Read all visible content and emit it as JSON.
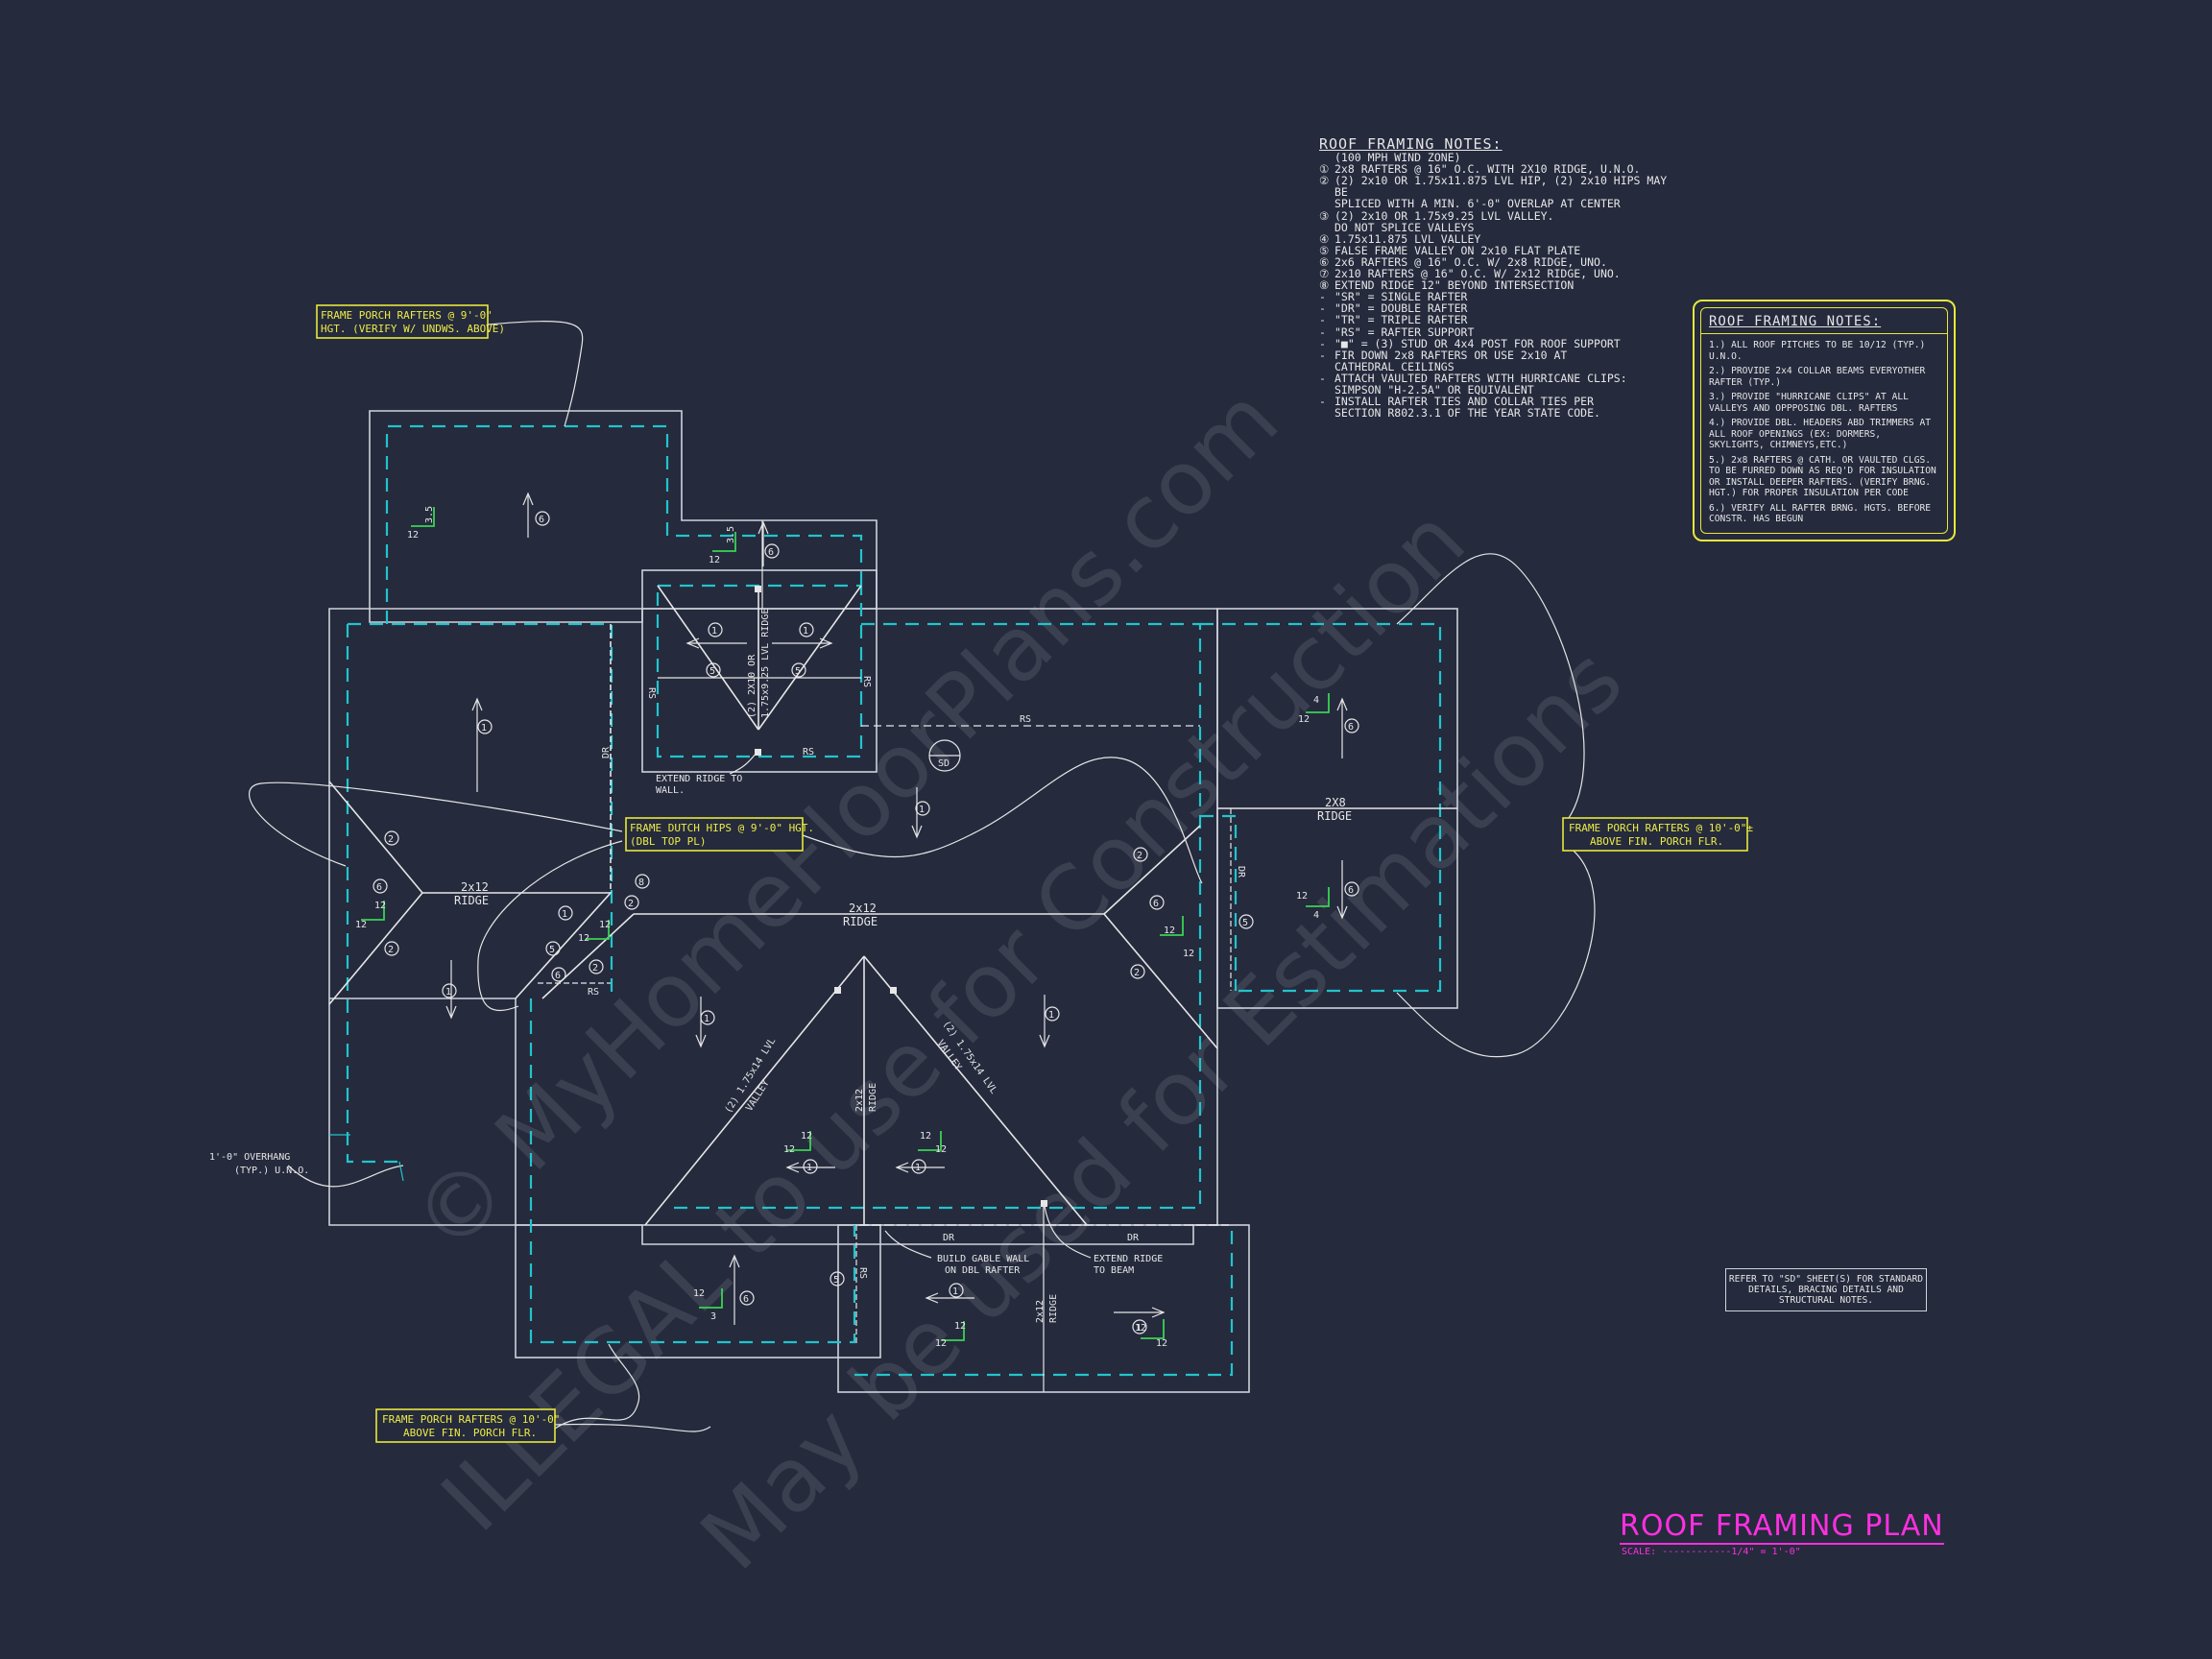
{
  "notes_main": {
    "title": "ROOF FRAMING NOTES:",
    "items": [
      {
        "mark": "",
        "text": "(100 MPH WIND ZONE)"
      },
      {
        "mark": "①",
        "text": "2x8 RAFTERS @ 16\" O.C. WITH 2X10 RIDGE, U.N.O."
      },
      {
        "mark": "②",
        "text": "(2) 2x10 OR 1.75x11.875 LVL HIP, (2) 2x10 HIPS MAY BE"
      },
      {
        "mark": "",
        "text": "SPLICED WITH A MIN. 6'-0\" OVERLAP AT CENTER"
      },
      {
        "mark": "③",
        "text": "(2) 2x10 OR 1.75x9.25 LVL VALLEY."
      },
      {
        "mark": "",
        "text": "DO NOT SPLICE VALLEYS"
      },
      {
        "mark": "④",
        "text": "1.75x11.875 LVL VALLEY"
      },
      {
        "mark": "⑤",
        "text": "FALSE FRAME VALLEY ON 2x10 FLAT PLATE"
      },
      {
        "mark": "⑥",
        "text": "2x6 RAFTERS @ 16\" O.C. W/ 2x8 RIDGE, UNO."
      },
      {
        "mark": "⑦",
        "text": "2x10 RAFTERS @ 16\" O.C. W/ 2x12 RIDGE, UNO."
      },
      {
        "mark": "⑧",
        "text": "EXTEND RIDGE 12\" BEYOND INTERSECTION"
      },
      {
        "mark": "-",
        "text": "\"SR\" = SINGLE RAFTER"
      },
      {
        "mark": "-",
        "text": "\"DR\" = DOUBLE RAFTER"
      },
      {
        "mark": "-",
        "text": "\"TR\" = TRIPLE RAFTER"
      },
      {
        "mark": "-",
        "text": "\"RS\" = RAFTER SUPPORT"
      },
      {
        "mark": "-",
        "text": "\"■\" = (3) STUD OR 4x4 POST FOR ROOF SUPPORT"
      },
      {
        "mark": "-",
        "text": "FIR DOWN 2x8 RAFTERS OR USE 2x10 AT"
      },
      {
        "mark": "",
        "text": "CATHEDRAL CEILINGS"
      },
      {
        "mark": "-",
        "text": "ATTACH VAULTED RAFTERS WITH HURRICANE CLIPS:"
      },
      {
        "mark": "",
        "text": "SIMPSON \"H-2.5A\" OR EQUIVALENT"
      },
      {
        "mark": "-",
        "text": "INSTALL RAFTER TIES AND COLLAR TIES PER"
      },
      {
        "mark": "",
        "text": "SECTION R802.3.1 OF THE YEAR STATE CODE."
      }
    ]
  },
  "notes_box": {
    "title": "ROOF FRAMING NOTES:",
    "items": [
      "1.) ALL ROOF PITCHES TO BE 10/12 (TYP.) U.N.O.",
      "2.) PROVIDE 2x4 COLLAR BEAMS EVERYOTHER RAFTER (TYP.)",
      "3.) PROVIDE \"HURRICANE CLIPS\" AT ALL VALLEYS AND OPPPOSING DBL. RAFTERS",
      "4.) PROVIDE DBL. HEADERS ABD TRIMMERS AT ALL ROOF OPENINGS (EX: DORMERS, SKYLIGHTS, CHIMNEYS,ETC.)",
      "5.) 2x8 RAFTERS @ CATH. OR VAULTED CLGS. TO BE FURRED DOWN AS REQ'D FOR INSULATION OR INSTALL DEEPER RAFTERS. (VERIFY BRNG. HGT.) FOR PROPER INSULATION PER CODE",
      "6.) VERIFY ALL RAFTER BRNG. HGTS. BEFORE CONSTR. HAS BEGUN"
    ]
  },
  "refer_note": "REFER TO \"SD\" SHEET(S) FOR STANDARD DETAILS, BRACING DETAILS AND STRUCTURAL NOTES.",
  "plan_title": "ROOF FRAMING PLAN",
  "plan_scale": "SCALE: ------------1/4\" = 1'-0\"",
  "callouts": {
    "porch_top_1": "FRAME PORCH RAFTERS @ 9'-0\"",
    "porch_top_2": "HGT. (VERIFY W/ UNDWS. ABOVE)",
    "dutch_1": "FRAME DUTCH HIPS @ 9'-0\" HGT.",
    "dutch_2": "(DBL TOP PL)",
    "porch_right_1": "FRAME PORCH RAFTERS @ 10'-0\"±",
    "porch_right_2": "ABOVE FIN. PORCH FLR.",
    "porch_bottom_1": "FRAME PORCH RAFTERS @ 10'-0\"",
    "porch_bottom_2": "ABOVE FIN. PORCH FLR."
  },
  "labels": {
    "ridge_2x12": "2x12",
    "ridge": "RIDGE",
    "ridge_2x8": "2X8",
    "lvl_ridge": "(2) 2X10 OR",
    "lvl_ridge_2": "1.75x9.25 LVL RIDGE",
    "valley_left_1": "(2) 1.75x14 LVL",
    "valley_left_2": "VALLEY",
    "valley_right_1": "(2) 1.75x14 LVL",
    "valley_right_2": "VALLEY",
    "rs": "RS",
    "dr": "DR",
    "sd": "SD",
    "extend_ridge_wall_1": "EXTEND RIDGE TO",
    "extend_ridge_wall_2": "WALL.",
    "gable_wall_1": "BUILD GABLE WALL",
    "gable_wall_2": "ON DBL RAFTER",
    "extend_beam_1": "EXTEND RIDGE",
    "extend_beam_2": "TO BEAM",
    "overhang_1": "1'-0\" OVERHANG",
    "overhang_2": "(TYP.) U.N.O.",
    "pitch_12": "12",
    "pitch_35": "3.5",
    "pitch_4": "4",
    "pitch_3": "3",
    "mark_1": "1",
    "mark_2": "2",
    "mark_5": "5",
    "mark_6": "6",
    "mark_8": "8",
    "wm_1": "© MyHomeFloorPlans.com",
    "wm_2": "ILLEGAL to use for Construction",
    "wm_3": "May be used for Estimations"
  }
}
